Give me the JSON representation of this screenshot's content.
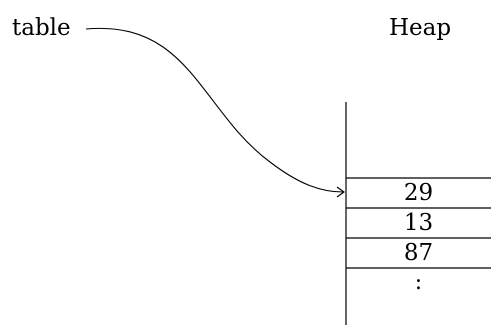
{
  "variable": {
    "name": "table"
  },
  "heap": {
    "title": "Heap",
    "cells": [
      "29",
      "13",
      "87"
    ],
    "continuation": ":"
  }
}
